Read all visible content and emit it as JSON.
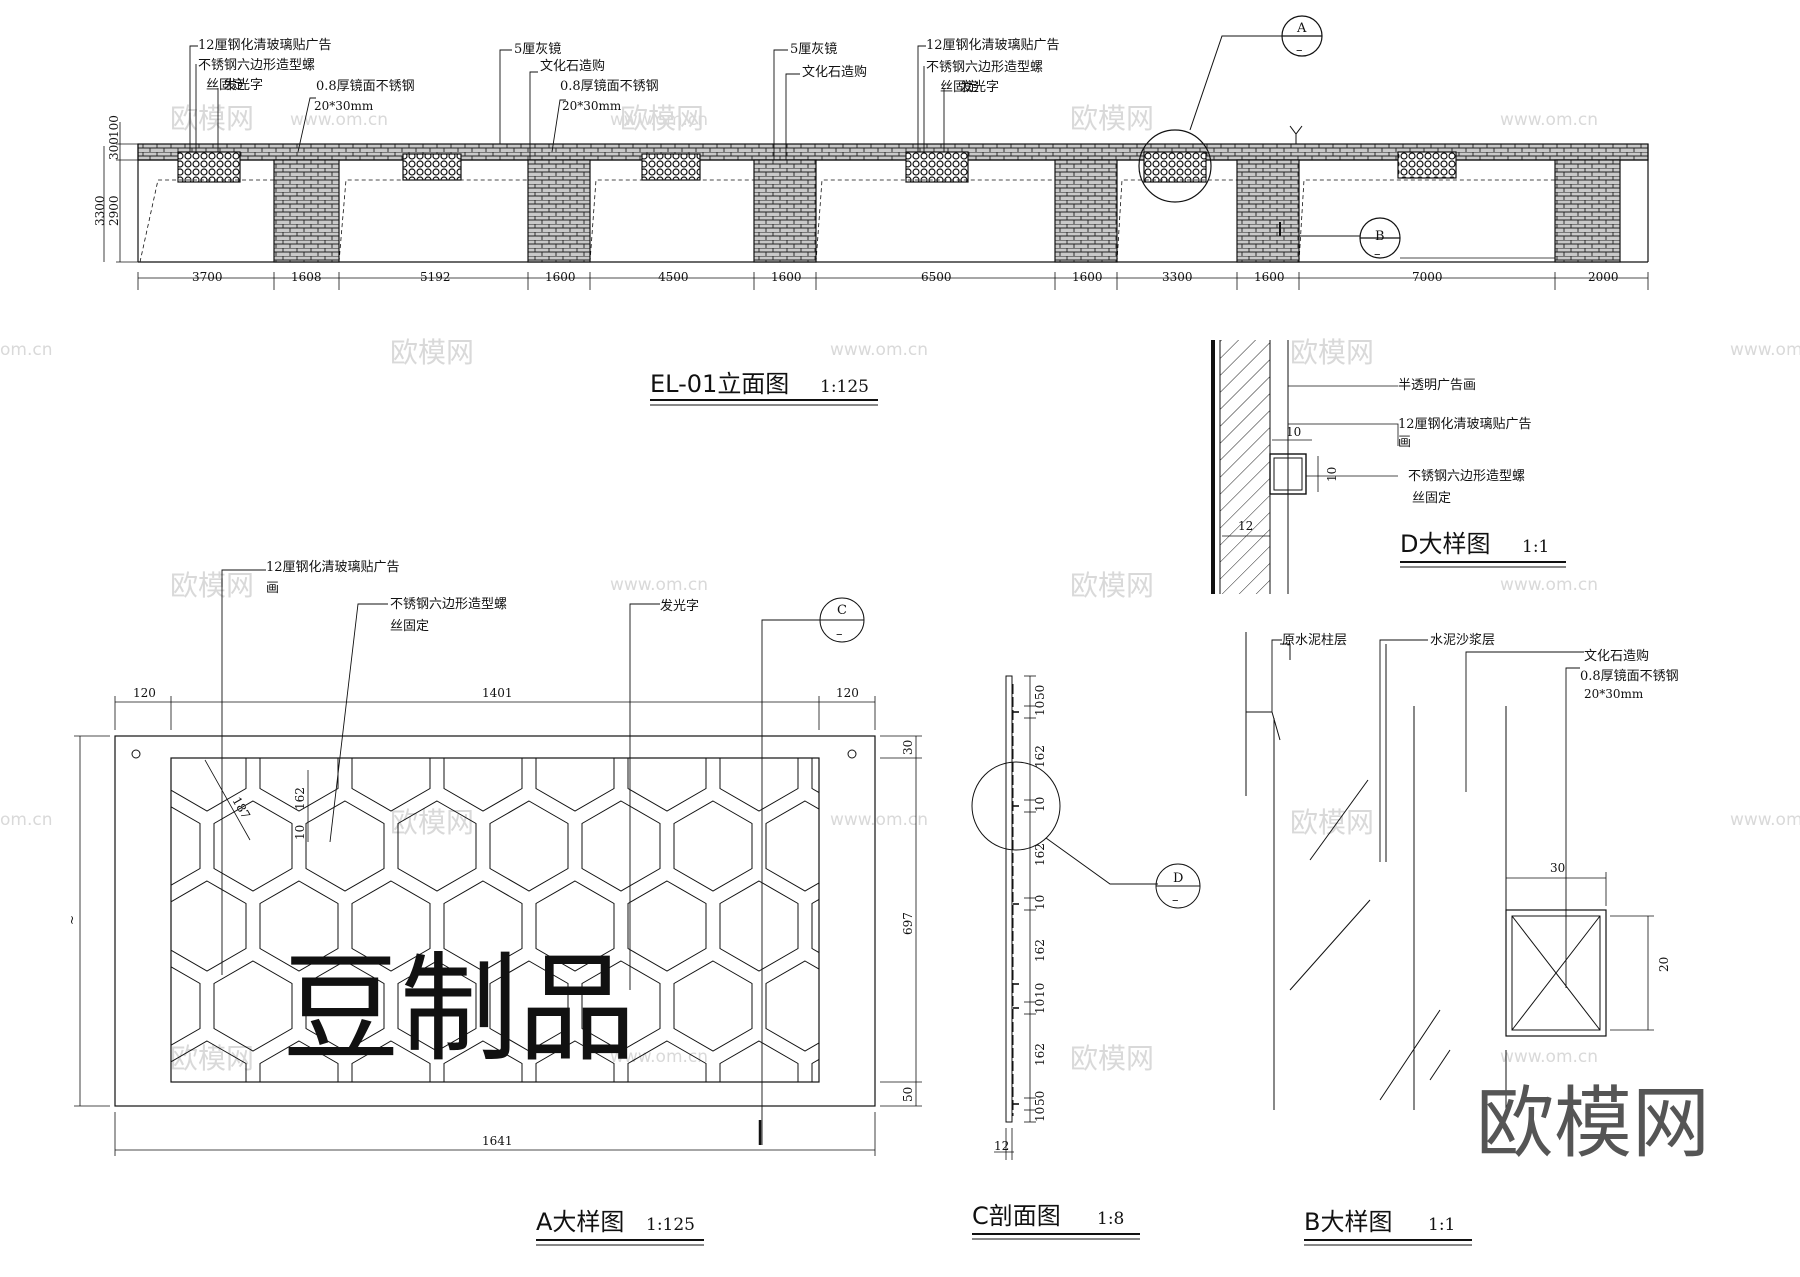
{
  "drawing": {
    "elevation": {
      "title": "EL-01立面图",
      "scale": "1:125",
      "height_dims": [
        "3300",
        "2900",
        "300",
        "100"
      ],
      "segment_dims": [
        "3700",
        "1608",
        "5192",
        "1600",
        "4500",
        "1600",
        "6500",
        "1600",
        "3300",
        "1600",
        "7000",
        "2000"
      ],
      "callouts": {
        "glass_1": "12厘钢化清玻璃贴广告",
        "screw_1a": "不锈钢六边形造型螺",
        "screw_1b": "丝固定",
        "luminous_1": "发光字",
        "mirror_1": "5厘灰镜",
        "stone_1": "文化石造购",
        "steel_1": "0.8厚镜面不锈钢",
        "size_1": "20*30mm",
        "mirror_2": "5厘灰镜",
        "stone_2": "文化石造购",
        "glass_2": "12厘钢化清玻璃贴广告",
        "screw_2a": "不锈钢六边形造型螺",
        "screw_2b": "丝固定",
        "luminous_2": "发光字"
      },
      "markers": {
        "a": "A",
        "b": "B",
        "dash": "–"
      }
    },
    "detail_d": {
      "title": "D大样图",
      "scale": "1:1",
      "labels": {
        "film": "半透明广告画",
        "glass_a": "12厘钢化清玻璃贴广告",
        "glass_b": "画",
        "screw_a": "不锈钢六边形造型螺",
        "screw_b": "丝固定"
      },
      "dims": [
        "10",
        "10",
        "12"
      ]
    },
    "detail_a": {
      "title": "A大样图",
      "scale": "1:125",
      "sign_text": "豆制品",
      "labels": {
        "glass_a": "12厘钢化清玻璃贴广告",
        "glass_b": "画",
        "screw_a": "不锈钢六边形造型螺",
        "screw_b": "丝固定",
        "luminous": "发光字"
      },
      "dims_top": [
        "120",
        "1401",
        "120"
      ],
      "dim_bottom": "1641",
      "dims_right": [
        "30",
        "697",
        "50"
      ],
      "dim_left": "~",
      "dims_hex": [
        "187",
        "162",
        "10"
      ],
      "marker_c": "C"
    },
    "section_c": {
      "title": "C剖面图",
      "scale": "1:8",
      "dims": [
        "50",
        "10",
        "162",
        "10",
        "162",
        "10",
        "162",
        "10",
        "10",
        "162",
        "50",
        "10"
      ],
      "dim_bottom": "12",
      "marker_d": "D"
    },
    "detail_b": {
      "title": "B大样图",
      "scale": "1:1",
      "labels": {
        "cement": "原水泥柱层",
        "mortar": "水泥沙浆层",
        "stone": "文化石造购",
        "steel": "0.8厚镜面不锈钢",
        "size": "20*30mm"
      },
      "dims": [
        "30",
        "20"
      ]
    },
    "watermarks": {
      "brand": "欧模网",
      "url": "www.om.cn",
      "url_short": "om.cn"
    },
    "colors": {
      "line": "#111111",
      "watermark": "#d9d9d9",
      "stone_fill": "#bdbdbd"
    }
  }
}
